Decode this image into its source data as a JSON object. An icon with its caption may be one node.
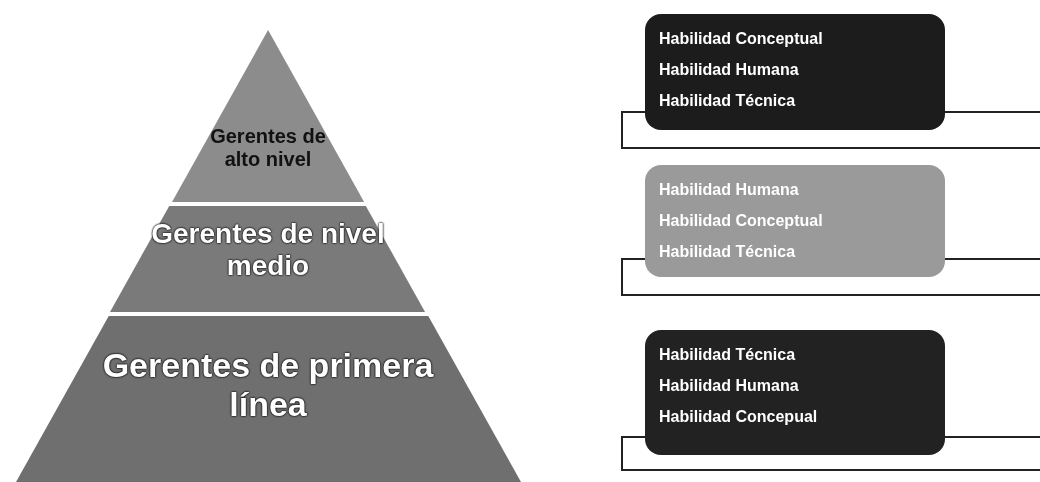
{
  "diagram": {
    "nodes": [
      {
        "text": [
          "Gerentes de alto nivel"
        ]
      },
      {
        "text": [
          "Gerentes de nivel medio"
        ]
      },
      {
        "text": [
          "Gerentes de primera línea"
        ]
      },
      {
        "text": [
          "Habilidad Conceptual",
          "Habilidad Humana",
          "Habilidad Técnica"
        ]
      },
      {
        "text": [
          "Habilidad Humana",
          "Habilidad Conceptual",
          "Habilidad Técnica"
        ]
      },
      {
        "text": [
          "Habilidad Técnica",
          "Habilidad Humana",
          "Habilidad Concepual"
        ]
      }
    ],
    "edges": []
  }
}
